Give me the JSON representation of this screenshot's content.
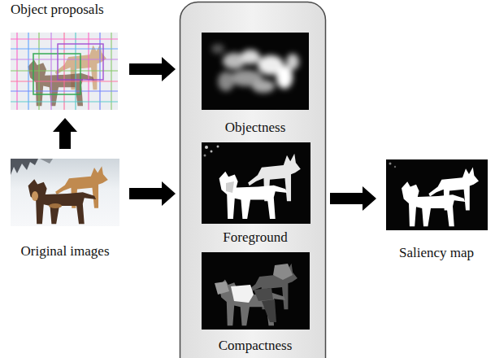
{
  "diagram": {
    "nodes": [
      {
        "text": [
          "Object proposals"
        ]
      },
      {
        "text": [
          "Original images"
        ]
      },
      {
        "text": []
      },
      {
        "text": [
          "Objectness"
        ],
        "in": 2
      },
      {
        "text": [
          "Foreground"
        ],
        "in": 2
      },
      {
        "text": [
          "Compactness"
        ],
        "in": 2
      },
      {
        "text": [
          "Saliency map"
        ]
      }
    ],
    "edges": [
      {
        "from": 1,
        "to": 0,
        "arrow": "to"
      },
      {
        "from": 0,
        "to": 2,
        "arrow": "to"
      },
      {
        "from": 1,
        "to": 2,
        "arrow": "to"
      },
      {
        "from": 2,
        "to": 6,
        "arrow": "to"
      }
    ]
  }
}
